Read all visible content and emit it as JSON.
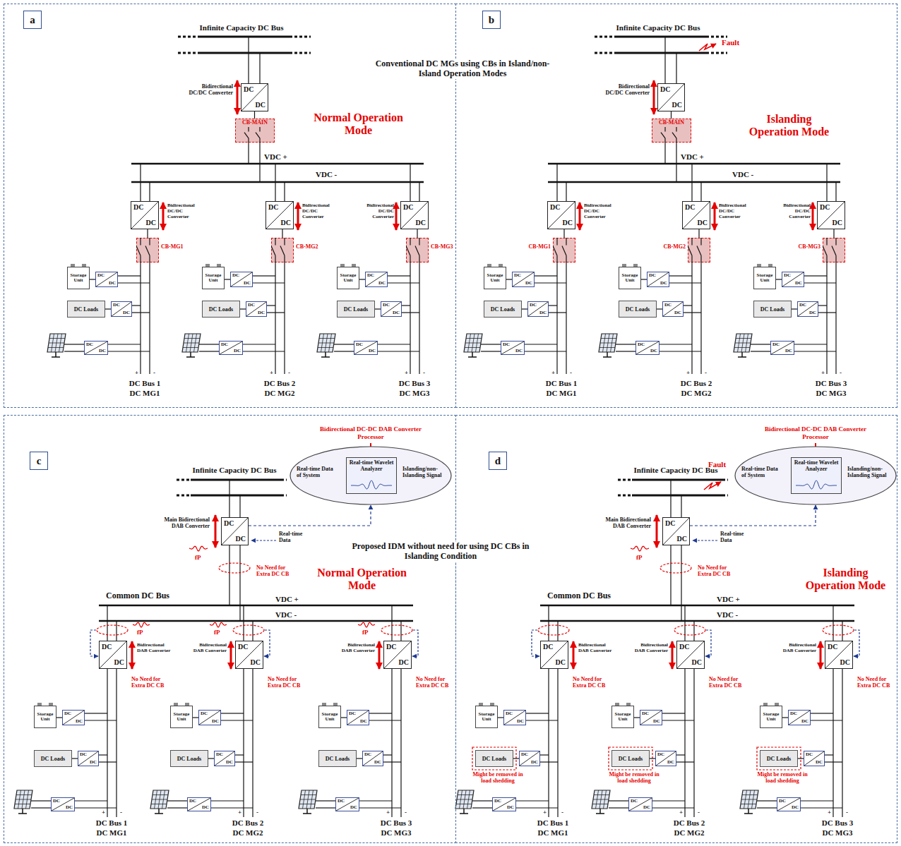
{
  "diagram": {
    "nodes": [
      {
        "text": [
          "a"
        ]
      },
      {
        "text": [
          "DC",
          "DC"
        ],
        "in": 0
      },
      {
        "text": [
          "CB-MAIN"
        ],
        "in": 0
      },
      {
        "text": [
          "DC",
          "DC"
        ],
        "in": 0
      },
      {
        "text": [
          "CB-MG1"
        ],
        "in": 0
      },
      {
        "text": [
          "Storage Unit"
        ],
        "in": 0
      },
      {
        "text": [
          "DC",
          "DC"
        ],
        "in": 0
      },
      {
        "text": [
          "DC Loads"
        ],
        "in": 0
      },
      {
        "text": [
          "DC",
          "DC"
        ],
        "in": 0
      },
      {
        "text": [
          "DC",
          "DC"
        ],
        "in": 0
      },
      {
        "text": [
          "DC",
          "DC"
        ],
        "in": 0
      },
      {
        "text": [
          "CB-MG2"
        ],
        "in": 0
      },
      {
        "text": [
          "Storage Unit"
        ],
        "in": 0
      },
      {
        "text": [
          "DC",
          "DC"
        ],
        "in": 0
      },
      {
        "text": [
          "DC Loads"
        ],
        "in": 0
      },
      {
        "text": [
          "DC",
          "DC"
        ],
        "in": 0
      },
      {
        "text": [
          "DC",
          "DC"
        ],
        "in": 0
      },
      {
        "text": [
          "DC",
          "DC"
        ],
        "in": 0
      },
      {
        "text": [
          "CB-MG3"
        ],
        "in": 0
      },
      {
        "text": [
          "Storage Unit"
        ],
        "in": 0
      },
      {
        "text": [
          "DC",
          "DC"
        ],
        "in": 0
      },
      {
        "text": [
          "DC Loads"
        ],
        "in": 0
      },
      {
        "text": [
          "DC",
          "DC"
        ],
        "in": 0
      },
      {
        "text": [
          "DC",
          "DC"
        ],
        "in": 0
      },
      {
        "text": [
          "b"
        ]
      },
      {
        "text": [
          "DC",
          "DC"
        ],
        "in": 24
      },
      {
        "text": [
          "CB-MAIN"
        ],
        "in": 24
      },
      {
        "text": [
          "DC",
          "DC"
        ],
        "in": 24
      },
      {
        "text": [
          "CB-MG1"
        ],
        "in": 24
      },
      {
        "text": [
          "Storage Unit"
        ],
        "in": 24
      },
      {
        "text": [
          "DC",
          "DC"
        ],
        "in": 24
      },
      {
        "text": [
          "DC Loads"
        ],
        "in": 24
      },
      {
        "text": [
          "DC",
          "DC"
        ],
        "in": 24
      },
      {
        "text": [
          "DC",
          "DC"
        ],
        "in": 24
      },
      {
        "text": [
          "DC",
          "DC"
        ],
        "in": 24
      },
      {
        "text": [
          "CB-MG2"
        ],
        "in": 24
      },
      {
        "text": [
          "Storage Unit"
        ],
        "in": 24
      },
      {
        "text": [
          "DC",
          "DC"
        ],
        "in": 24
      },
      {
        "text": [
          "DC Loads"
        ],
        "in": 24
      },
      {
        "text": [
          "DC",
          "DC"
        ],
        "in": 24
      },
      {
        "text": [
          "DC",
          "DC"
        ],
        "in": 24
      },
      {
        "text": [
          "DC",
          "DC"
        ],
        "in": 24
      },
      {
        "text": [
          "CB-MG3"
        ],
        "in": 24
      },
      {
        "text": [
          "Storage Unit"
        ],
        "in": 24
      },
      {
        "text": [
          "DC",
          "DC"
        ],
        "in": 24
      },
      {
        "text": [
          "DC Loads"
        ],
        "in": 24
      },
      {
        "text": [
          "DC",
          "DC"
        ],
        "in": 24
      },
      {
        "text": [
          "DC",
          "DC"
        ],
        "in": 24
      },
      {
        "text": [
          "c"
        ]
      },
      {
        "text": [
          "DC",
          "DC"
        ],
        "in": 48
      },
      {
        "text": [
          "Bidirectional DC-DC DAB Converter Processor"
        ],
        "in": 48
      },
      {
        "text": [
          "Real-time Wavelet Analyzer"
        ],
        "in": 50
      },
      {
        "text": [
          "DC",
          "DC"
        ],
        "in": 48
      },
      {
        "text": [
          "Storage Unit"
        ],
        "in": 48
      },
      {
        "text": [
          "DC",
          "DC"
        ],
        "in": 48
      },
      {
        "text": [
          "DC Loads"
        ],
        "in": 48
      },
      {
        "text": [
          "DC",
          "DC"
        ],
        "in": 48
      },
      {
        "text": [
          "DC",
          "DC"
        ],
        "in": 48
      },
      {
        "text": [
          "DC",
          "DC"
        ],
        "in": 48
      },
      {
        "text": [
          "Storage Unit"
        ],
        "in": 48
      },
      {
        "text": [
          "DC",
          "DC"
        ],
        "in": 48
      },
      {
        "text": [
          "DC Loads"
        ],
        "in": 48
      },
      {
        "text": [
          "DC",
          "DC"
        ],
        "in": 48
      },
      {
        "text": [
          "DC",
          "DC"
        ],
        "in": 48
      },
      {
        "text": [
          "DC",
          "DC"
        ],
        "in": 48
      },
      {
        "text": [
          "Storage Unit"
        ],
        "in": 48
      },
      {
        "text": [
          "DC",
          "DC"
        ],
        "in": 48
      },
      {
        "text": [
          "DC Loads"
        ],
        "in": 48
      },
      {
        "text": [
          "DC",
          "DC"
        ],
        "in": 48
      },
      {
        "text": [
          "DC",
          "DC"
        ],
        "in": 48
      },
      {
        "text": [
          "d"
        ]
      },
      {
        "text": [
          "DC",
          "DC"
        ],
        "in": 70
      },
      {
        "text": [
          "Bidirectional DC-DC DAB Converter Processor"
        ],
        "in": 70
      },
      {
        "text": [
          "Real-time Wavelet Analyzer"
        ],
        "in": 72
      },
      {
        "text": [
          "DC",
          "DC"
        ],
        "in": 70
      },
      {
        "text": [
          "Storage Unit"
        ],
        "in": 70
      },
      {
        "text": [
          "DC",
          "DC"
        ],
        "in": 70
      },
      {
        "text": [
          "DC Loads"
        ],
        "in": 70
      },
      {
        "text": [
          "DC",
          "DC"
        ],
        "in": 70
      },
      {
        "text": [
          "DC",
          "DC"
        ],
        "in": 70
      },
      {
        "text": [
          "DC",
          "DC"
        ],
        "in": 70
      },
      {
        "text": [
          "Storage Unit"
        ],
        "in": 70
      },
      {
        "text": [
          "DC",
          "DC"
        ],
        "in": 70
      },
      {
        "text": [
          "DC Loads"
        ],
        "in": 70
      },
      {
        "text": [
          "DC",
          "DC"
        ],
        "in": 70
      },
      {
        "text": [
          "DC",
          "DC"
        ],
        "in": 70
      },
      {
        "text": [
          "DC",
          "DC"
        ],
        "in": 70
      },
      {
        "text": [
          "Storage Unit"
        ],
        "in": 70
      },
      {
        "text": [
          "DC",
          "DC"
        ],
        "in": 70
      },
      {
        "text": [
          "DC Loads"
        ],
        "in": 70
      },
      {
        "text": [
          "DC",
          "DC"
        ],
        "in": 70
      },
      {
        "text": [
          "DC",
          "DC"
        ],
        "in": 70
      }
    ],
    "edges": [
      {
        "from": 1,
        "to": 2,
        "arrow": "none"
      },
      {
        "from": 3,
        "to": 4,
        "arrow": "none"
      },
      {
        "from": 5,
        "to": 6,
        "arrow": "none"
      },
      {
        "from": 7,
        "to": 8,
        "arrow": "none"
      },
      {
        "from": 10,
        "to": 11,
        "arrow": "none"
      },
      {
        "from": 12,
        "to": 13,
        "arrow": "none"
      },
      {
        "from": 14,
        "to": 15,
        "arrow": "none"
      },
      {
        "from": 17,
        "to": 18,
        "arrow": "none"
      },
      {
        "from": 19,
        "to": 20,
        "arrow": "none"
      },
      {
        "from": 21,
        "to": 22,
        "arrow": "none"
      },
      {
        "from": 25,
        "to": 26,
        "arrow": "none"
      },
      {
        "from": 27,
        "to": 28,
        "arrow": "none"
      },
      {
        "from": 29,
        "to": 30,
        "arrow": "none"
      },
      {
        "from": 31,
        "to": 32,
        "arrow": "none"
      },
      {
        "from": 34,
        "to": 35,
        "arrow": "none"
      },
      {
        "from": 36,
        "to": 37,
        "arrow": "none"
      },
      {
        "from": 38,
        "to": 39,
        "arrow": "none"
      },
      {
        "from": 41,
        "to": 42,
        "arrow": "none"
      },
      {
        "from": 43,
        "to": 44,
        "arrow": "none"
      },
      {
        "from": 45,
        "to": 46,
        "arrow": "none"
      },
      {
        "from": 49,
        "to": 50,
        "arrow": "to"
      },
      {
        "from": 53,
        "to": 54,
        "arrow": "none"
      },
      {
        "from": 55,
        "to": 56,
        "arrow": "none"
      },
      {
        "from": 59,
        "to": 60,
        "arrow": "none"
      },
      {
        "from": 61,
        "to": 62,
        "arrow": "none"
      },
      {
        "from": 65,
        "to": 66,
        "arrow": "none"
      },
      {
        "from": 67,
        "to": 68,
        "arrow": "none"
      },
      {
        "from": 71,
        "to": 72,
        "arrow": "to"
      },
      {
        "from": 75,
        "to": 76,
        "arrow": "none"
      },
      {
        "from": 77,
        "to": 78,
        "arrow": "none"
      },
      {
        "from": 81,
        "to": 82,
        "arrow": "none"
      },
      {
        "from": 83,
        "to": 84,
        "arrow": "none"
      },
      {
        "from": 87,
        "to": 88,
        "arrow": "none"
      },
      {
        "from": 89,
        "to": 90,
        "arrow": "none"
      }
    ],
    "labels": [
      "Conventional DC MGs using CBs in Island/non-Island Operation Modes",
      "Infinite Capacity DC Bus",
      "Bidirectional DC/DC Converter",
      "Normal Operation Mode",
      "VDC +",
      "VDC -",
      "Bidirectional DC/DC Converter",
      "Bidirectional DC/DC Converter",
      "Bidirectional DC/DC Converter",
      "DC Bus 1",
      "DC MG1",
      "+",
      "-",
      "DC Bus 2",
      "DC MG2",
      "+",
      "-",
      "DC Bus 3",
      "DC MG3",
      "+",
      "-",
      "Infinite Capacity DC Bus",
      "Fault",
      "Bidirectional DC/DC Converter",
      "Islanding Operation Mode",
      "VDC +",
      "VDC -",
      "Bidirectional DC/DC Converter",
      "Bidirectional DC/DC Converter",
      "Bidirectional DC/DC Converter",
      "DC Bus 1",
      "DC MG1",
      "+",
      "-",
      "DC Bus 2",
      "DC MG2",
      "+",
      "-",
      "DC Bus 3",
      "DC MG3",
      "+",
      "-",
      "Proposed IDM without need for using DC CBs in Islanding Condition",
      "Infinite Capacity DC Bus",
      "Real-time Data of System",
      "Islanding/non-Islanding Signal",
      "Main Bidirectional DAB Converter",
      "fP",
      "Real-time Data",
      "No Need for Extra DC CB",
      "Normal Operation Mode",
      "Common DC Bus",
      "VDC +",
      "VDC -",
      "fP",
      "Bidirectional DAB Converter",
      "No Need for Extra DC CB",
      "fP",
      "Bidirectional DAB Converter",
      "No Need for Extra DC CB",
      "fP",
      "Bidirectional DAB Converter",
      "No Need for Extra DC CB",
      "DC Bus 1",
      "DC MG1",
      "+",
      "-",
      "DC Bus 2",
      "DC MG2",
      "+",
      "-",
      "DC Bus 3",
      "DC MG3",
      "+",
      "-",
      "Infinite Capacity DC Bus",
      "Fault",
      "Real-time Data of System",
      "Islanding/non-Islanding Signal",
      "Main Bidirectional DAB Converter",
      "fP",
      "Real-time Data",
      "No Need for Extra DC CB",
      "Islanding Operation Mode",
      "Common DC Bus",
      "VDC +",
      "VDC -",
      "Bidirectional DAB Converter",
      "No Need for Extra DC CB",
      "Might be removed in load shedding",
      "Bidirectional DAB Converter",
      "No Need for Extra DC CB",
      "Might be removed in load shedding",
      "Bidirectional DAB Converter",
      "No Need for Extra DC CB",
      "Might be removed in load shedding",
      "DC Bus 1",
      "DC MG1",
      "+",
      "-",
      "DC Bus 2",
      "DC MG2",
      "+",
      "-",
      "DC Bus 3",
      "DC MG3",
      "+",
      "-"
    ]
  }
}
